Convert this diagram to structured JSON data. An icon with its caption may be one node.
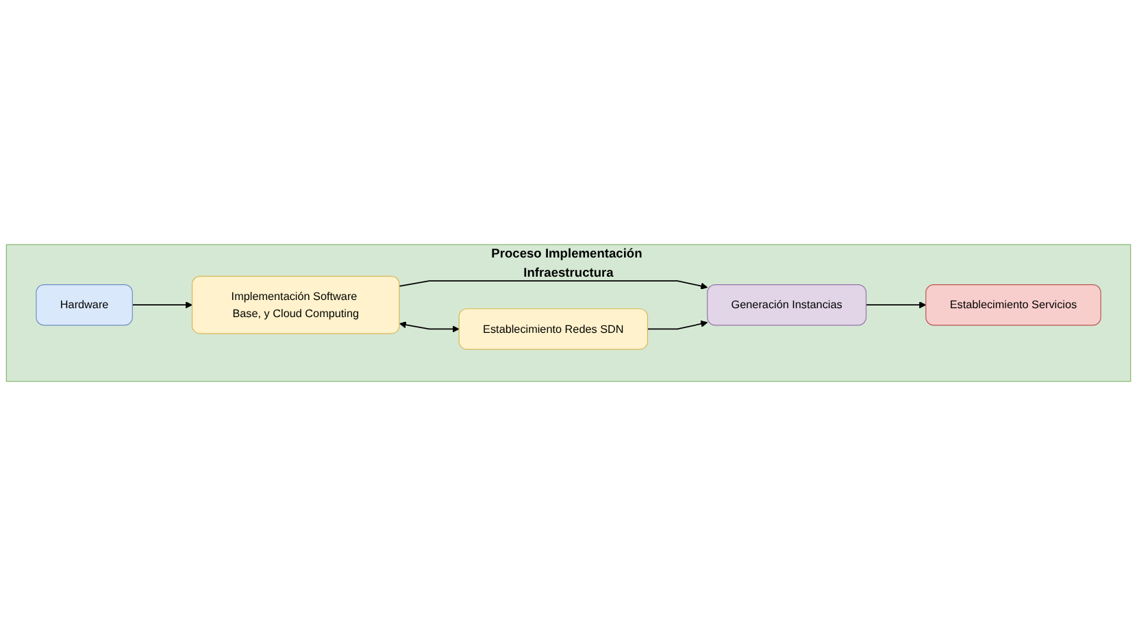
{
  "diagram": {
    "nodes": [
      {
        "text": [
          "Proceso Implementación Infraestructura"
        ]
      },
      {
        "text": [
          "Hardware"
        ],
        "in": 0
      },
      {
        "text": [
          "Implementación Software Base, y Cloud Computing"
        ],
        "in": 0
      },
      {
        "text": [
          "Establecimiento Redes SDN"
        ],
        "in": 0
      },
      {
        "text": [
          "Generación Instancias"
        ],
        "in": 0
      },
      {
        "text": [
          "Establecimiento Servicios"
        ],
        "in": 0
      }
    ],
    "edges": [
      {
        "from": 1,
        "to": 2,
        "arrow": "to"
      },
      {
        "from": 2,
        "to": 3,
        "arrow": "both"
      },
      {
        "from": 2,
        "to": 4,
        "arrow": "to"
      },
      {
        "from": 3,
        "to": 4,
        "arrow": "to"
      },
      {
        "from": 4,
        "to": 5,
        "arrow": "to"
      }
    ]
  }
}
